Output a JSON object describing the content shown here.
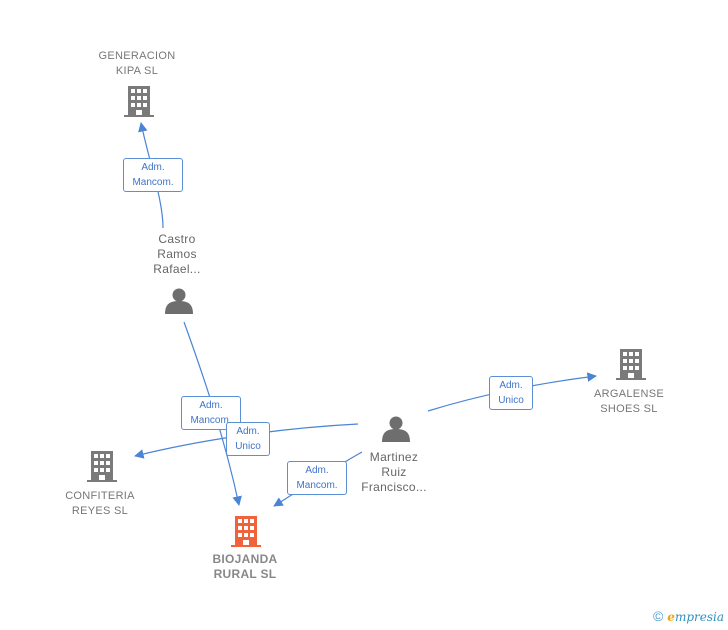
{
  "nodes": {
    "generacion_kipa": {
      "label": "GENERACION\nKIPA  SL",
      "type": "company"
    },
    "argalense": {
      "label": "ARGALENSE\nSHOES  SL",
      "type": "company"
    },
    "confiteria": {
      "label": "CONFITERIA\nREYES SL",
      "type": "company"
    },
    "biojanda": {
      "label": "BIOJANDA\nRURAL  SL",
      "type": "company-focus"
    },
    "castro": {
      "label": "Castro\nRamos\nRafael...",
      "type": "person"
    },
    "martinez": {
      "label": "Martinez\nRuiz\nFrancisco...",
      "type": "person"
    }
  },
  "edges": {
    "castro_generacion": "Adm.\nMancom.",
    "castro_biojanda": "Adm.\nMancom.",
    "martinez_confiteria": "Adm.\nUnico",
    "martinez_argalense": "Adm.\nUnico",
    "martinez_biojanda": "Adm.\nMancom."
  },
  "colors": {
    "edge": "#4a84d4",
    "company": "#7a7a7a",
    "focus": "#f0633a",
    "person": "#6e6e6e"
  },
  "brand": {
    "copyright": "©",
    "e": "e",
    "rest": "mpresia"
  }
}
